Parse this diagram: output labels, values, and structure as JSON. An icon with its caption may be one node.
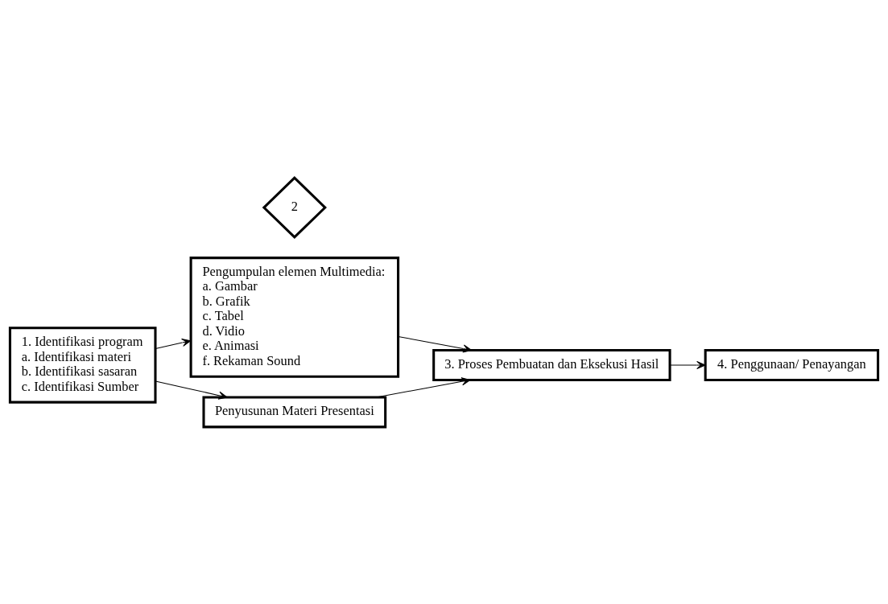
{
  "diagram": {
    "nodes": [
      {
        "text": [
          "1. Identifikasi program",
          "a. Identifikasi materi",
          "b. Identifikasi sasaran",
          "c. Identifikasi Sumber"
        ]
      },
      {
        "text": [
          "Pengumpulan elemen Multimedia:",
          "a. Gambar",
          "b. Grafik",
          "c. Tabel",
          "d. Vidio",
          "e. Animasi",
          "f. Rekaman Sound"
        ]
      },
      {
        "text": [
          "2"
        ]
      },
      {
        "text": [
          "Penyusunan Materi Presentasi"
        ]
      },
      {
        "text": [
          "3. Proses Pembuatan dan Eksekusi Hasil"
        ]
      },
      {
        "text": [
          "4. Penggunaan/ Penayangan"
        ]
      }
    ],
    "edges": [
      {
        "from": 0,
        "to": 1,
        "arrow": "to"
      },
      {
        "from": 0,
        "to": 3,
        "arrow": "to"
      },
      {
        "from": 1,
        "to": 4,
        "arrow": "to"
      },
      {
        "from": 3,
        "to": 4,
        "arrow": "to"
      },
      {
        "from": 4,
        "to": 5,
        "arrow": "to"
      }
    ]
  }
}
